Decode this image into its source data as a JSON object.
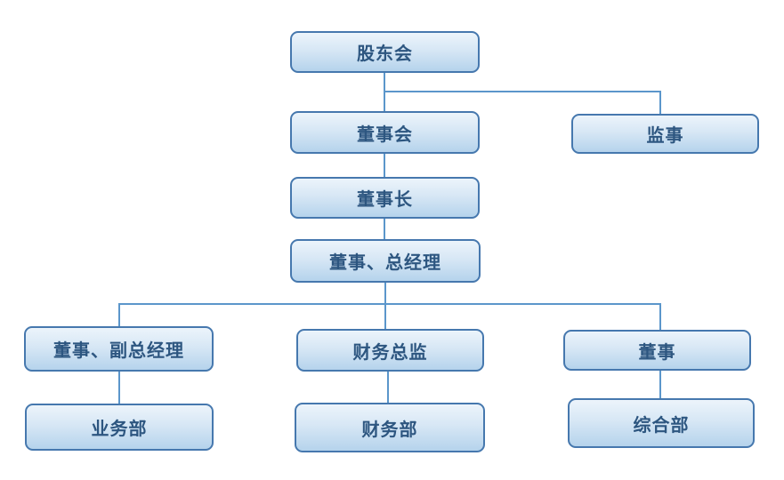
{
  "diagram": {
    "type": "org-chart",
    "background": "#ffffff",
    "accent_border": "#4678ae",
    "connector_color": "#5b96cb",
    "node_text_color": "#2d5680",
    "node_fill_top": "#ecf4fb",
    "node_fill_bottom": "#b5d3ec"
  },
  "nodes": {
    "shareholders": {
      "label": "股东会"
    },
    "board": {
      "label": "董事会"
    },
    "supervisor": {
      "label": "监事"
    },
    "chairman": {
      "label": "董事长"
    },
    "general_manager": {
      "label": "董事、总经理"
    },
    "deputy_general_manager": {
      "label": "董事、副总经理"
    },
    "finance_director": {
      "label": "财务总监"
    },
    "director": {
      "label": "董事"
    },
    "business_dept": {
      "label": "业务部"
    },
    "finance_dept": {
      "label": "财务部"
    },
    "general_dept": {
      "label": "综合部"
    }
  },
  "edges": [
    {
      "from": "股东会",
      "to": "董事会"
    },
    {
      "from": "股东会",
      "to": "监事"
    },
    {
      "from": "董事会",
      "to": "董事长"
    },
    {
      "from": "董事长",
      "to": "董事、总经理"
    },
    {
      "from": "董事、总经理",
      "to": "董事、副总经理"
    },
    {
      "from": "董事、总经理",
      "to": "财务总监"
    },
    {
      "from": "董事、总经理",
      "to": "董事"
    },
    {
      "from": "董事、副总经理",
      "to": "业务部"
    },
    {
      "from": "财务总监",
      "to": "财务部"
    },
    {
      "from": "董事",
      "to": "综合部"
    }
  ]
}
